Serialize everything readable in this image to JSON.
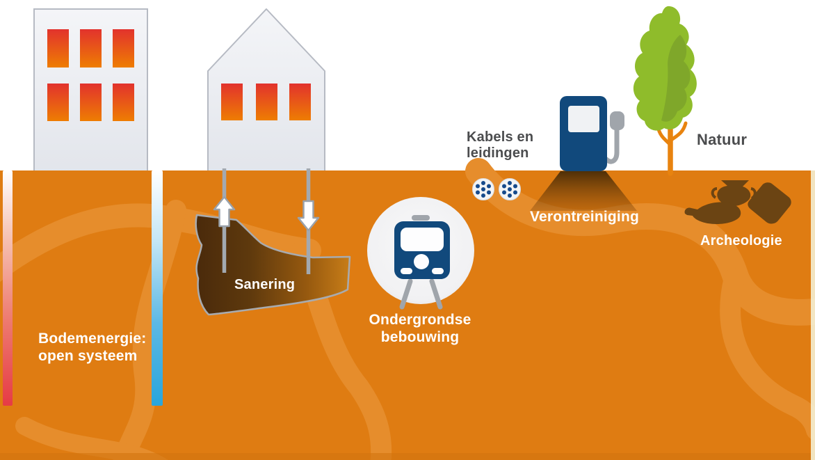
{
  "illustration": {
    "description": "Cross-section illustration of soil surface and subsurface uses",
    "labels": {
      "bodemenergie": {
        "line1": "Bodemenergie:",
        "line2": "open systeem"
      },
      "sanering": {
        "text": "Sanering"
      },
      "ondergrondse_bebouwing": {
        "line1": "Ondergrondse",
        "line2": "bebouwing"
      },
      "kabels_en_leidingen": {
        "line1": "Kabels en",
        "line2": "leidingen"
      },
      "verontreiniging": {
        "text": "Verontreiniging"
      },
      "natuur": {
        "text": "Natuur"
      },
      "archeologie": {
        "text": "Archeologie"
      }
    },
    "icons": {
      "apartment_building": "apartment-building-icon",
      "house": "house-icon",
      "warm_well": "warm-well-gradient-icon",
      "cold_well": "cold-well-gradient-icon",
      "up_arrow": "up-arrow-icon",
      "down_arrow": "down-arrow-icon",
      "remediation_plume": "contamination-plume-shape",
      "metro_train": "metro-train-icon",
      "cable_cross_sections": "cable-cross-section-icon",
      "fuel_pump": "fuel-pump-icon",
      "pollution_shadow": "pollution-shadow-shape",
      "tree": "poplar-tree-icon",
      "pottery": "pottery-amphora-icon"
    },
    "colors": {
      "soil": "#df7c12",
      "soil_channel": "#e68d2c",
      "soil_bottom": "#d2750f",
      "warm_red": "#e63b45",
      "cold_blue": "#29a5dc",
      "deep_blue": "#11497c",
      "tree_green": "#8fbc2b",
      "tree_green_dark": "#7ca32a",
      "trunk_orange": "#e8830f",
      "window_red": "#e2322d",
      "window_orange": "#ee7d02",
      "pottery_brown": "#6b4413",
      "building_grey": "#eef0f4",
      "outline_grey": "#b6bac3",
      "pipe_grey": "#a3a9b0",
      "label_white": "#ffffff",
      "label_grey": "#4b4c4e"
    }
  }
}
